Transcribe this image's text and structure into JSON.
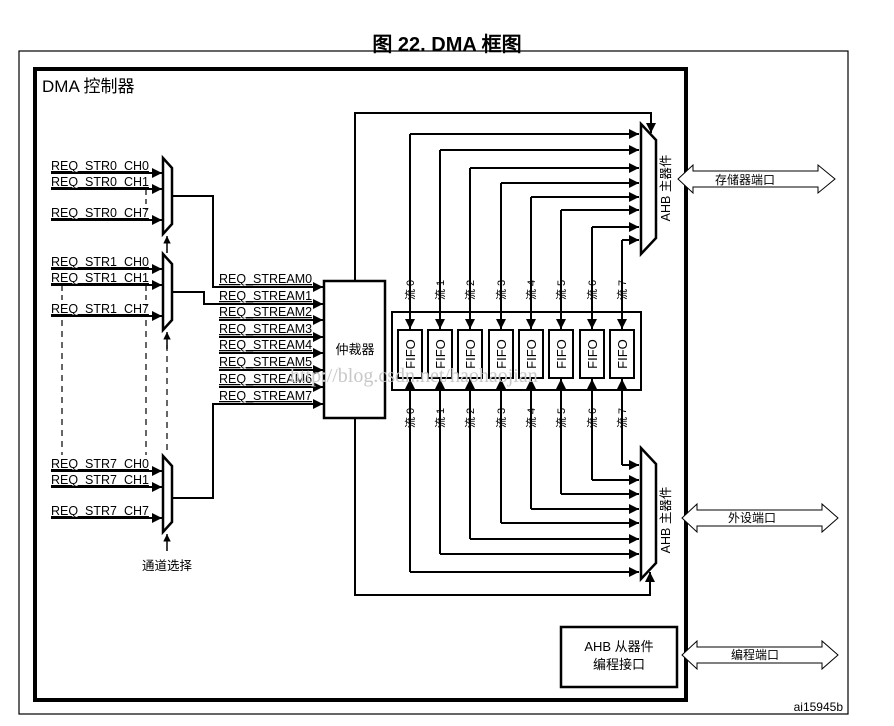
{
  "figure": {
    "title": "图 22. DMA 框图",
    "figure_id": "ai15945b",
    "watermark": "http://blog.csdn.net/haohaojian"
  },
  "controller": {
    "title": "DMA 控制器",
    "arbiter_label": "仲裁器",
    "channel_select_label": "通道选择",
    "mux_groups": [
      {
        "inputs": [
          "REQ_STR0_CH0",
          "REQ_STR0_CH1",
          "REQ_STR0_CH7"
        ]
      },
      {
        "inputs": [
          "REQ_STR1_CH0",
          "REQ_STR1_CH1",
          "REQ_STR1_CH7"
        ]
      },
      {
        "inputs": [
          "REQ_STR7_CH0",
          "REQ_STR7_CH1",
          "REQ_STR7_CH7"
        ]
      }
    ],
    "stream_requests": [
      "REQ_STREAM0",
      "REQ_STREAM1",
      "REQ_STREAM2",
      "REQ_STREAM3",
      "REQ_STREAM4",
      "REQ_STREAM5",
      "REQ_STREAM6",
      "REQ_STREAM7"
    ],
    "fifo_label": "FIFO",
    "streams": [
      "流 0",
      "流 1",
      "流 2",
      "流 3",
      "流 4",
      "流 5",
      "流 6",
      "流 7"
    ],
    "ahb_master_label": "AHB 主器件",
    "ahb_slave": {
      "line1": "AHB 从器件",
      "line2": "编程接口"
    }
  },
  "ports": {
    "memory": "存储器端口",
    "peripheral": "外设端口",
    "programming": "编程端口"
  }
}
